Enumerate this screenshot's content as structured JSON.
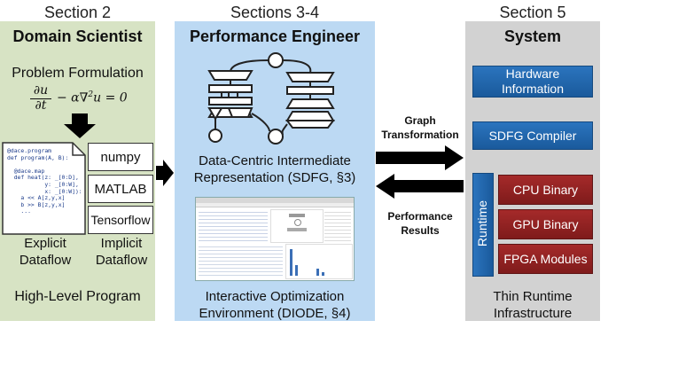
{
  "sections": {
    "left": "Section 2",
    "middle": "Sections 3-4",
    "right": "Section 5"
  },
  "domain_scientist": {
    "title": "Domain Scientist",
    "problem_formulation": "Problem Formulation",
    "equation": "∂u/∂t − α∇²u = 0",
    "code_lines": [
      "@dace.program",
      "def program(A, B):",
      "",
      "  @dace.map",
      "  def heat(z: _[0:D],",
      "           y: _[0:W],",
      "           x: _[0:W]):",
      "    a << A[z,y,x]",
      "    b >> B[z,y,x]",
      "    ..."
    ],
    "frameworks": [
      "numpy",
      "MATLAB",
      "Tensorflow"
    ],
    "explicit_label": "Explicit Dataflow",
    "implicit_label": "Implicit Dataflow",
    "footer": "High-Level Program"
  },
  "performance_engineer": {
    "title": "Performance Engineer",
    "ir_label": "Data-Centric Intermediate Representation (SDFG, §3)",
    "ide_label": "Interactive Optimization Environment (DIODE, §4)"
  },
  "transfer": {
    "graph_transformation": "Graph Transformation",
    "performance_results": "Performance Results"
  },
  "system": {
    "title": "System",
    "hardware_info": "Hardware Information",
    "sdfg_compiler": "SDFG Compiler",
    "runtime": "Runtime",
    "binaries": [
      "CPU Binary",
      "GPU Binary",
      "FPGA Modules"
    ],
    "footer": "Thin Runtime Infrastructure"
  },
  "colors": {
    "green_panel": "#d7e3c4",
    "blue_panel": "#bcd9f3",
    "gray_panel": "#d2d2d2",
    "blue_button": "#1f66ad",
    "red_button": "#921f1f"
  }
}
